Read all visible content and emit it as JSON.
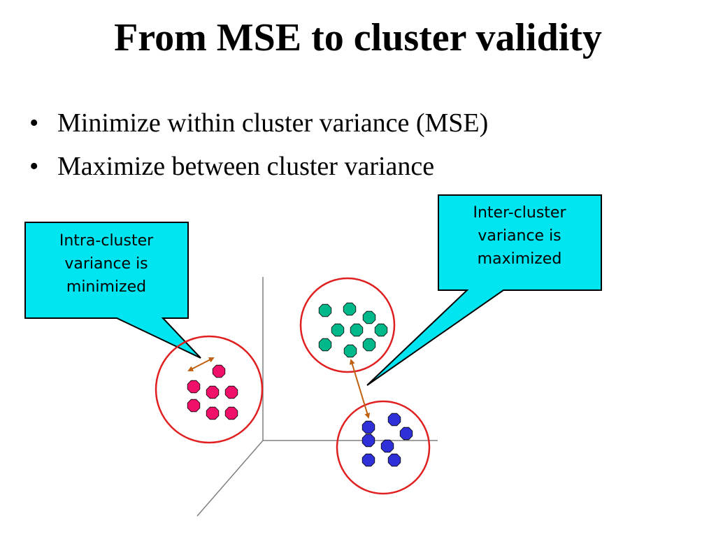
{
  "title": "From MSE to cluster validity",
  "bullets": [
    {
      "marker": "•",
      "text": "Minimize within cluster variance (MSE)"
    },
    {
      "marker": "•",
      "text": "Maximize between cluster variance"
    }
  ],
  "callouts": {
    "intra": {
      "lines": [
        "Intra-cluster",
        "variance is",
        "minimized"
      ]
    },
    "inter": {
      "lines": [
        "Inter-cluster",
        "variance is",
        "maximized"
      ]
    }
  },
  "colors": {
    "callout_fill": "#00e5f0",
    "cluster_circle": "#e02020",
    "cluster_pink": "#f0106a",
    "cluster_green": "#00b88a",
    "cluster_blue": "#3030d8",
    "arrow": "#c06010",
    "axis": "#808080"
  }
}
